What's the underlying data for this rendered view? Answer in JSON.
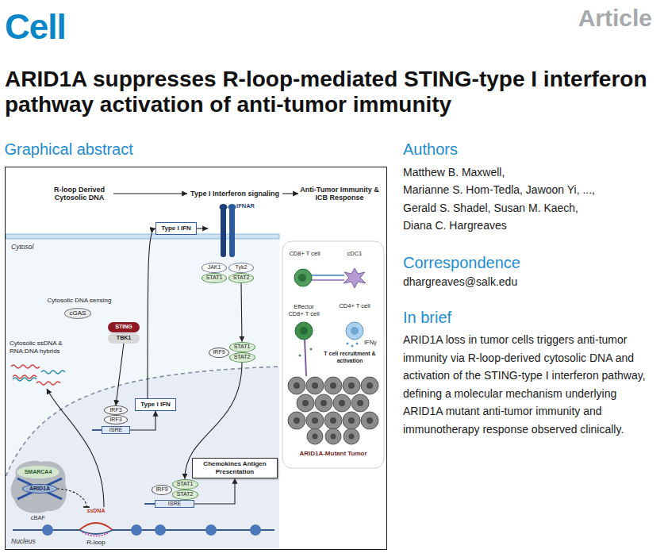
{
  "diagram": {
    "title": "ARID1A suppresses R-loop-mediated STING-type I interferon pathway activation of anti-tumor immunity",
    "nodes": [
      {
        "text": [
          "Graphical abstract"
        ]
      },
      {
        "text": [
          "R-loop Derived Cytosolic DNA"
        ],
        "in": 0
      },
      {
        "text": [
          "Type I Interferon signaling"
        ],
        "in": 0
      },
      {
        "text": [
          "Anti-Tumor Immunity & ICB Response"
        ],
        "in": 0
      },
      {
        "text": [
          "Type I IFN"
        ],
        "in": 0
      },
      {
        "text": [
          "IFNAR"
        ],
        "in": 0
      },
      {
        "text": [
          "Cytosol"
        ],
        "in": 0
      },
      {
        "text": [
          "JAK1"
        ],
        "in": 6
      },
      {
        "text": [
          "Tyk2"
        ],
        "in": 6
      },
      {
        "text": [
          "STAT1"
        ],
        "in": 6
      },
      {
        "text": [
          "STAT2"
        ],
        "in": 6
      },
      {
        "text": [
          "cGAS"
        ],
        "in": 6
      },
      {
        "text": [
          "STING"
        ],
        "in": 6
      },
      {
        "text": [
          "TBK1"
        ],
        "in": 6
      },
      {
        "text": [
          "Cytosolic ssDNA & RNA:DNA hybrids"
        ],
        "in": 6
      },
      {
        "text": [
          "IRF9"
        ],
        "in": 6
      },
      {
        "text": [
          "STAT1"
        ],
        "in": 6
      },
      {
        "text": [
          "STAT2"
        ],
        "in": 6
      },
      {
        "text": [
          "Nucleus"
        ],
        "in": 6
      },
      {
        "text": [
          "IRF3"
        ],
        "in": 18
      },
      {
        "text": [
          "IRF3"
        ],
        "in": 18
      },
      {
        "text": [
          "ISRE"
        ],
        "in": 18
      },
      {
        "text": [
          "Type I IFN"
        ],
        "in": 18
      },
      {
        "text": [
          "Chemokines Antigen Presentation"
        ],
        "in": 18
      },
      {
        "text": [
          "IRF9"
        ],
        "in": 18
      },
      {
        "text": [
          "STAT1"
        ],
        "in": 18
      },
      {
        "text": [
          "STAT2"
        ],
        "in": 18
      },
      {
        "text": [
          "ISRE"
        ],
        "in": 18
      },
      {
        "text": [
          "cBAF"
        ],
        "in": 18
      },
      {
        "text": [
          "SMARCA4"
        ],
        "in": 28
      },
      {
        "text": [
          "ARID1A"
        ],
        "in": 28
      },
      {
        "text": [
          "ssDNA",
          "R-loop"
        ],
        "in": 18
      },
      {
        "text": [
          "CD8+ T cell"
        ],
        "in": 0
      },
      {
        "text": [
          "cDC1"
        ],
        "in": 0
      },
      {
        "text": [
          "Effector CD8+ T cell"
        ],
        "in": 0
      },
      {
        "text": [
          "CD4+ T cell"
        ],
        "in": 0
      },
      {
        "text": [
          "ARID1A-Mutant Tumor"
        ],
        "in": 0
      }
    ],
    "edges": [
      {
        "from": 1,
        "to": 2,
        "arrow": "to"
      },
      {
        "from": 2,
        "to": 3,
        "arrow": "to"
      },
      {
        "from": 22,
        "to": 4,
        "arrow": "to"
      },
      {
        "from": 4,
        "to": 5,
        "arrow": "to"
      },
      {
        "from": 10,
        "to": 16,
        "arrow": "to"
      },
      {
        "from": 13,
        "to": 19,
        "arrow": "to"
      },
      {
        "from": 21,
        "to": 22,
        "arrow": "to"
      },
      {
        "from": 17,
        "to": 25,
        "arrow": "to"
      },
      {
        "from": 27,
        "to": 23,
        "arrow": "to"
      },
      {
        "from": 30,
        "to": 31,
        "arrow": "to"
      },
      {
        "from": 31,
        "to": 14,
        "arrow": "to"
      }
    ],
    "labels": [
      "Cell",
      "Article",
      "Cytosolic DNA sensing",
      "IFNγ",
      "T cell recruitment & activation",
      "Authors",
      "Matthew B. Maxwell,",
      "Marianne S. Hom-Tedla, Jawoon Yi, ...,",
      "Gerald S. Shadel, Susan M. Kaech,",
      "Diana C. Hargreaves",
      "Correspondence",
      "dhargreaves@salk.edu",
      "In brief",
      "ARID1A loss in tumor cells triggers anti-tumor immunity via R-loop-derived cytosolic DNA and activation of the STING-type I interferon pathway, defining a molecular mechanism underlying ARID1A mutant anti-tumor immunity and immunotherapy response observed clinically."
    ]
  }
}
